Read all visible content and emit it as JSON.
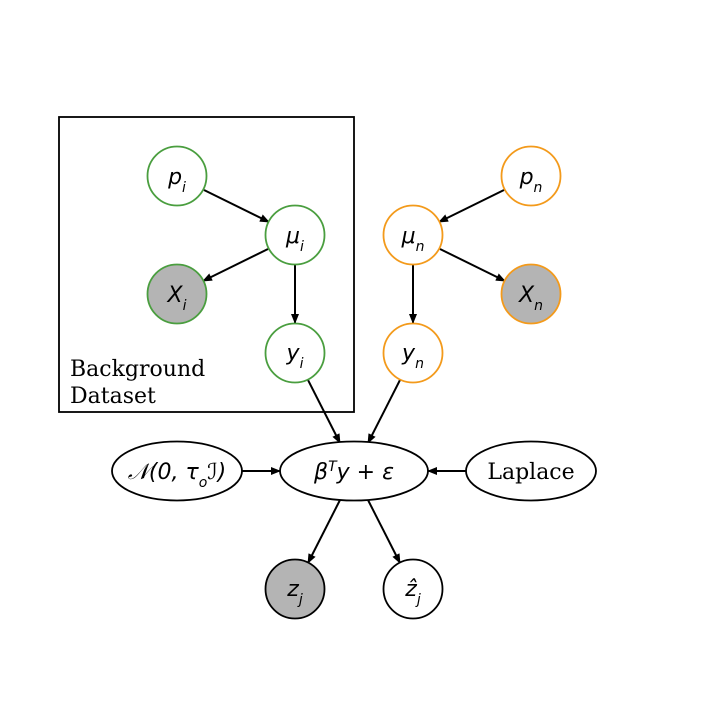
{
  "colors": {
    "background_group": "#4a9e3f",
    "new_group": "#f39a1b",
    "observed_fill": "#b4b4b4",
    "default_stroke": "#000000"
  },
  "plate": {
    "label_line1": "Background",
    "label_line2": "Dataset"
  },
  "nodes": {
    "p_i": "p",
    "p_i_sub": "i",
    "mu_i": "μ",
    "mu_i_sub": "i",
    "X_i": "X",
    "X_i_sub": "i",
    "y_i": "y",
    "y_i_sub": "i",
    "p_n": "p",
    "p_n_sub": "n",
    "mu_n": "μ",
    "mu_n_sub": "n",
    "X_n": "X",
    "X_n_sub": "n",
    "y_n": "y",
    "y_n_sub": "n",
    "prior": "𝒩(0, τ",
    "prior_sub": "o",
    "prior_tail": "ℐ)",
    "model_beta": "β",
    "model_sup": "T",
    "model_tail": "y + ε",
    "laplace": "Laplace",
    "z_j": "z",
    "z_j_sub": "j",
    "zhat_j": "ẑ",
    "zhat_j_sub": "j"
  }
}
